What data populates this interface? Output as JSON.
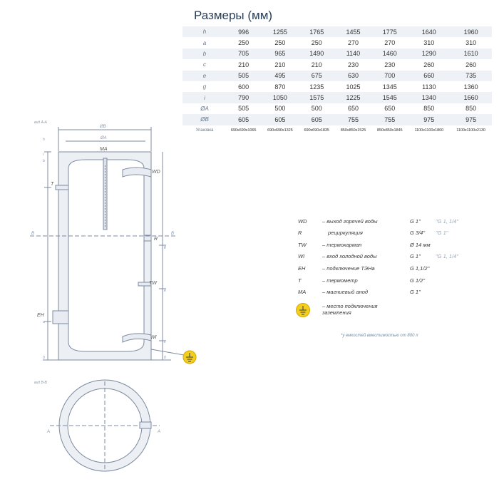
{
  "title": "Размеры (мм)",
  "table": {
    "rows": [
      {
        "label": "h",
        "values": [
          "996",
          "1255",
          "1765",
          "1455",
          "1775",
          "1640",
          "1960"
        ]
      },
      {
        "label": "a",
        "values": [
          "250",
          "250",
          "250",
          "270",
          "270",
          "310",
          "310"
        ]
      },
      {
        "label": "b",
        "values": [
          "705",
          "965",
          "1490",
          "1140",
          "1460",
          "1290",
          "1610"
        ]
      },
      {
        "label": "c",
        "values": [
          "210",
          "210",
          "210",
          "230",
          "230",
          "260",
          "260"
        ]
      },
      {
        "label": "e",
        "values": [
          "505",
          "495",
          "675",
          "630",
          "700",
          "660",
          "735"
        ]
      },
      {
        "label": "g",
        "values": [
          "600",
          "870",
          "1235",
          "1025",
          "1345",
          "1130",
          "1360"
        ]
      },
      {
        "label": "i",
        "values": [
          "790",
          "1050",
          "1575",
          "1225",
          "1545",
          "1340",
          "1660"
        ]
      },
      {
        "label": "ØA",
        "values": [
          "505",
          "500",
          "500",
          "650",
          "650",
          "850",
          "850"
        ]
      },
      {
        "label": "ØB",
        "values": [
          "605",
          "605",
          "605",
          "755",
          "755",
          "975",
          "975"
        ]
      }
    ],
    "packing": {
      "label": "Упаковка",
      "values": [
        "690x690x1065",
        "690x690x1325",
        "690x690x1835",
        "850x850x1525",
        "850x850x1845",
        "1100x1100x1800",
        "1100x1100x2130"
      ]
    }
  },
  "legend": [
    {
      "code": "WD",
      "desc": "– выход горячей воды",
      "thread": "G 1\"",
      "alt": "\"G 1, 1/4\""
    },
    {
      "code": "R",
      "desc": "рециркуляция",
      "thread": "G 3/4\"",
      "alt": "\"G 1\""
    },
    {
      "code": "TW",
      "desc": "– термокарман",
      "thread": "Ø 14 мм",
      "alt": ""
    },
    {
      "code": "WI",
      "desc": "– вход холодной воды",
      "thread": "G 1\"",
      "alt": "\"G 1, 1/4\""
    },
    {
      "code": "EH",
      "desc": "– подключение ТЭНа",
      "thread": "G 1,1/2\"",
      "alt": ""
    },
    {
      "code": "T",
      "desc": "– термометр",
      "thread": "G 1/2\"",
      "alt": ""
    },
    {
      "code": "MA",
      "desc": "– магниевый анод",
      "thread": "G 1\"",
      "alt": ""
    }
  ],
  "ground_note": "– место подключения заземления",
  "footnote": "*у емкостей вместимостью от 800 л",
  "drawing": {
    "section_aa": "вид А-А",
    "section_bb": "вид B-B",
    "dim_outer": "ØB",
    "dim_inner": "ØA",
    "labels": {
      "ma": "MA",
      "wd": "WD",
      "r": "R",
      "tw": "TW",
      "wi": "WI",
      "eh": "EH",
      "t": "T"
    },
    "section_marks": {
      "a": "A",
      "b": "B"
    },
    "heights": {
      "h": "h",
      "i": "i",
      "b": "b",
      "g": "g",
      "e": "e",
      "a": "a",
      "c": "c",
      "zero": "0"
    }
  },
  "colors": {
    "line": "#7c8aa0",
    "fill": "#eceff3",
    "ground": "#f2cf1f",
    "ground_stroke": "#d4a700"
  },
  "icons": [
    "ground-icon"
  ]
}
